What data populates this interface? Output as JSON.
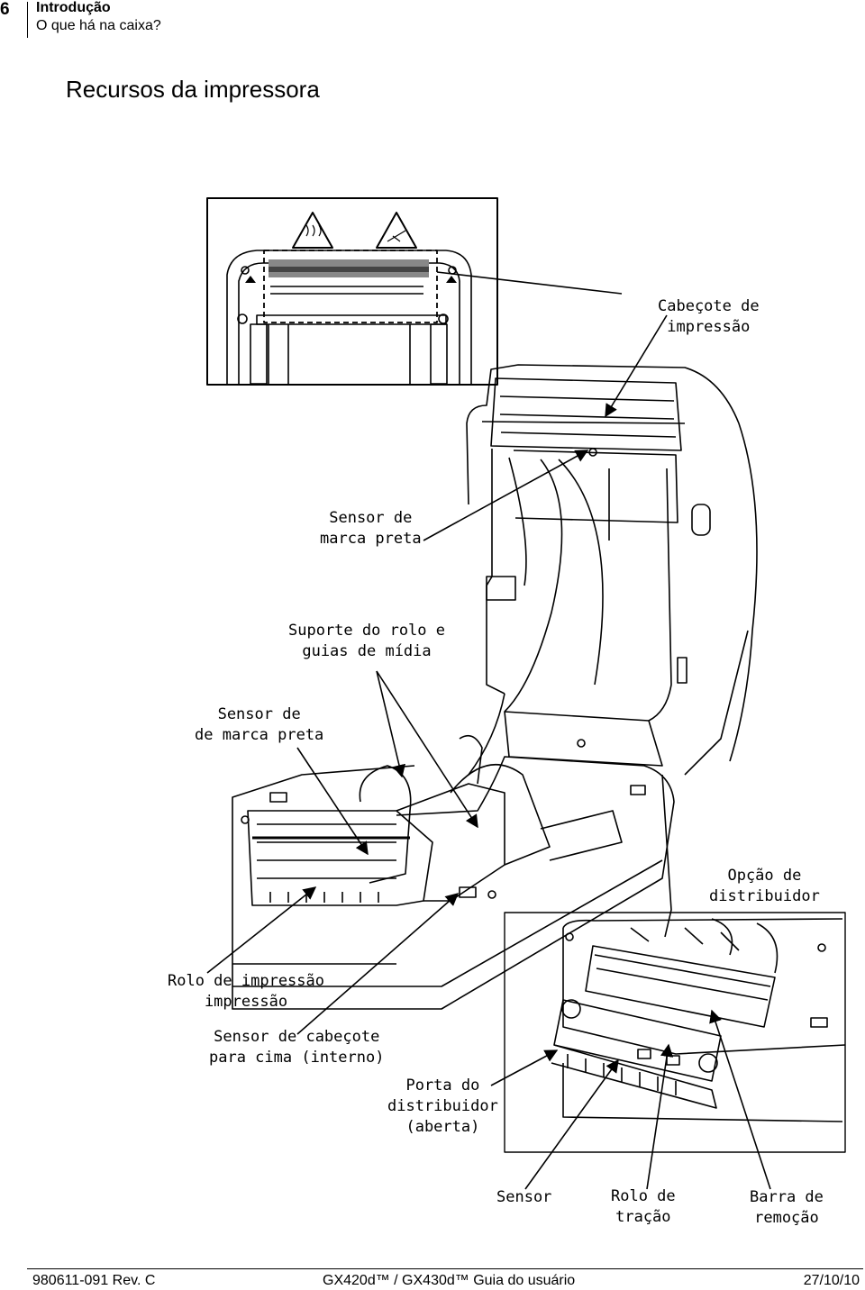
{
  "header": {
    "page_number": "6",
    "chapter": "Introdução",
    "section": "O que há na caixa?"
  },
  "title": "Recursos da impressora",
  "callouts": {
    "printhead": [
      "Cabeçote de",
      "impressão"
    ],
    "black_mark_sensor_top": [
      "Sensor de",
      "marca preta"
    ],
    "roll_holder": [
      "Suporte do rolo e",
      "guias de mídia"
    ],
    "black_mark_sensor_left": [
      "Sensor de",
      "de marca preta"
    ],
    "dispenser_option": [
      "Opção de",
      "distribuidor"
    ],
    "platen_roller": [
      "Rolo de impressão",
      "impressão"
    ],
    "head_up_sensor": [
      "Sensor de cabeçote",
      "para cima (interno)"
    ],
    "dispenser_door": [
      "Porta do",
      "distribuidor",
      "(aberta)"
    ],
    "sensor": [
      "Sensor"
    ],
    "pinch_roller": [
      "Rolo de",
      "tração"
    ],
    "peel_bar": [
      "Barra de",
      "remoção"
    ]
  },
  "footer": {
    "doc_number": "980611-091 Rev. C",
    "guide": "GX420d™ / GX430d™ Guia do usuário",
    "date": "27/10/10"
  }
}
